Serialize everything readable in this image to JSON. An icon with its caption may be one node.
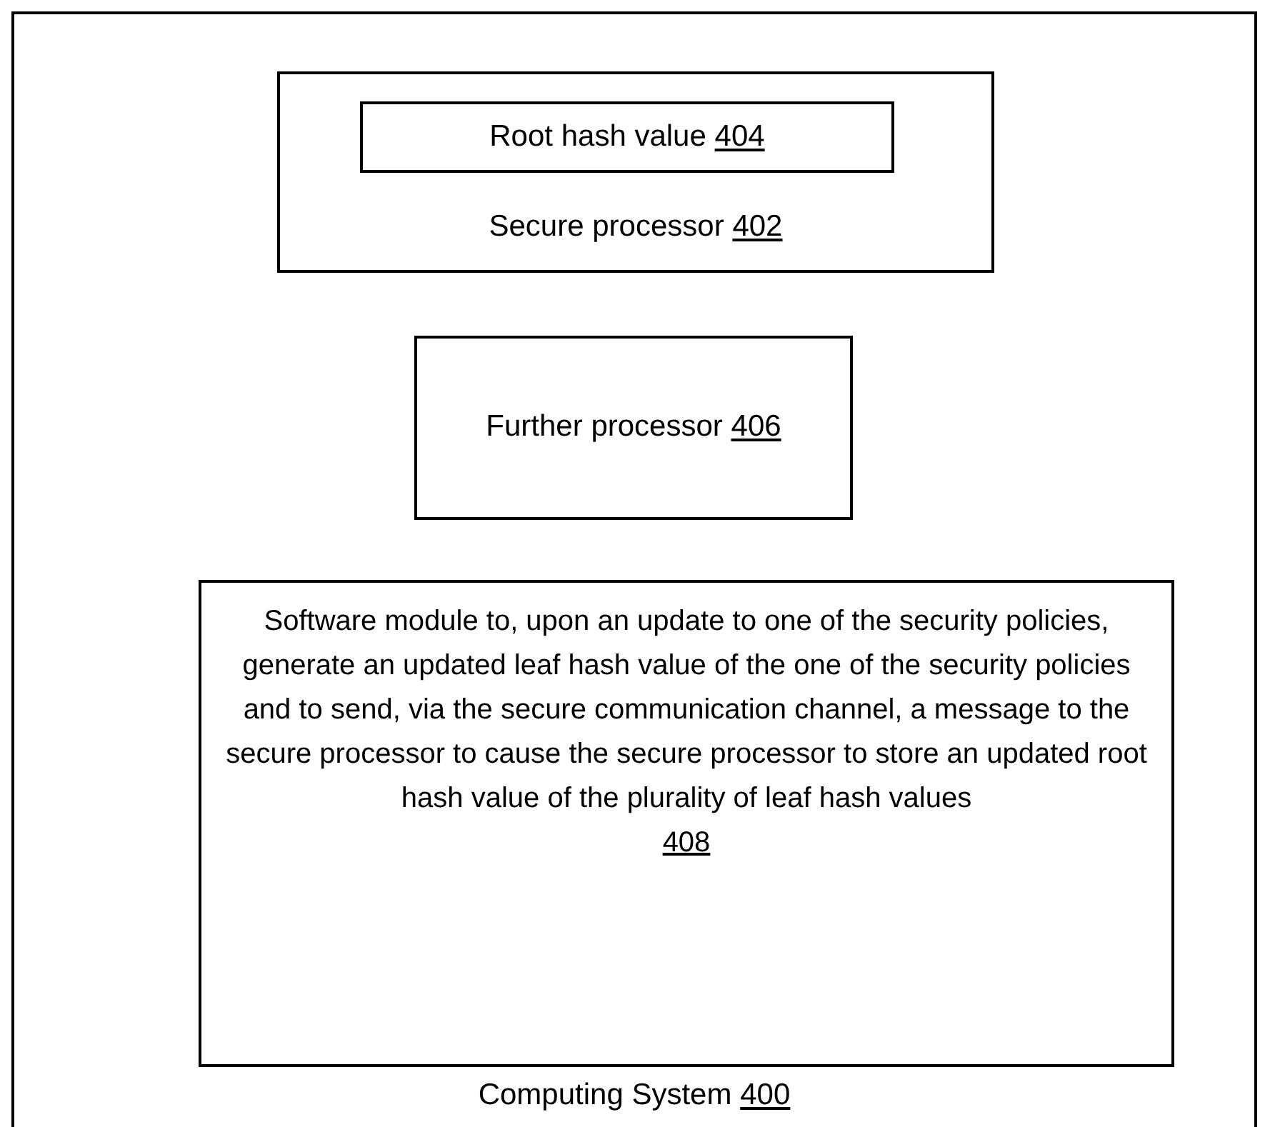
{
  "diagram": {
    "nodes": [
      {
        "text": [
          "Computing System",
          "400"
        ]
      },
      {
        "text": [
          "Secure processor",
          "402"
        ],
        "in": 0
      },
      {
        "text": [
          "Root hash value",
          "404"
        ],
        "in": 1
      },
      {
        "text": [
          "Further processor",
          "406"
        ],
        "in": 0
      },
      {
        "text": [
          "Software module to, upon an update to one of the security policies, generate an updated leaf hash value of the one of the security policies and to send, via the secure communication channel, a message to the secure processor to cause the secure processor to store an updated root hash value of the plurality of leaf hash values",
          "408"
        ],
        "in": 0
      }
    ]
  }
}
